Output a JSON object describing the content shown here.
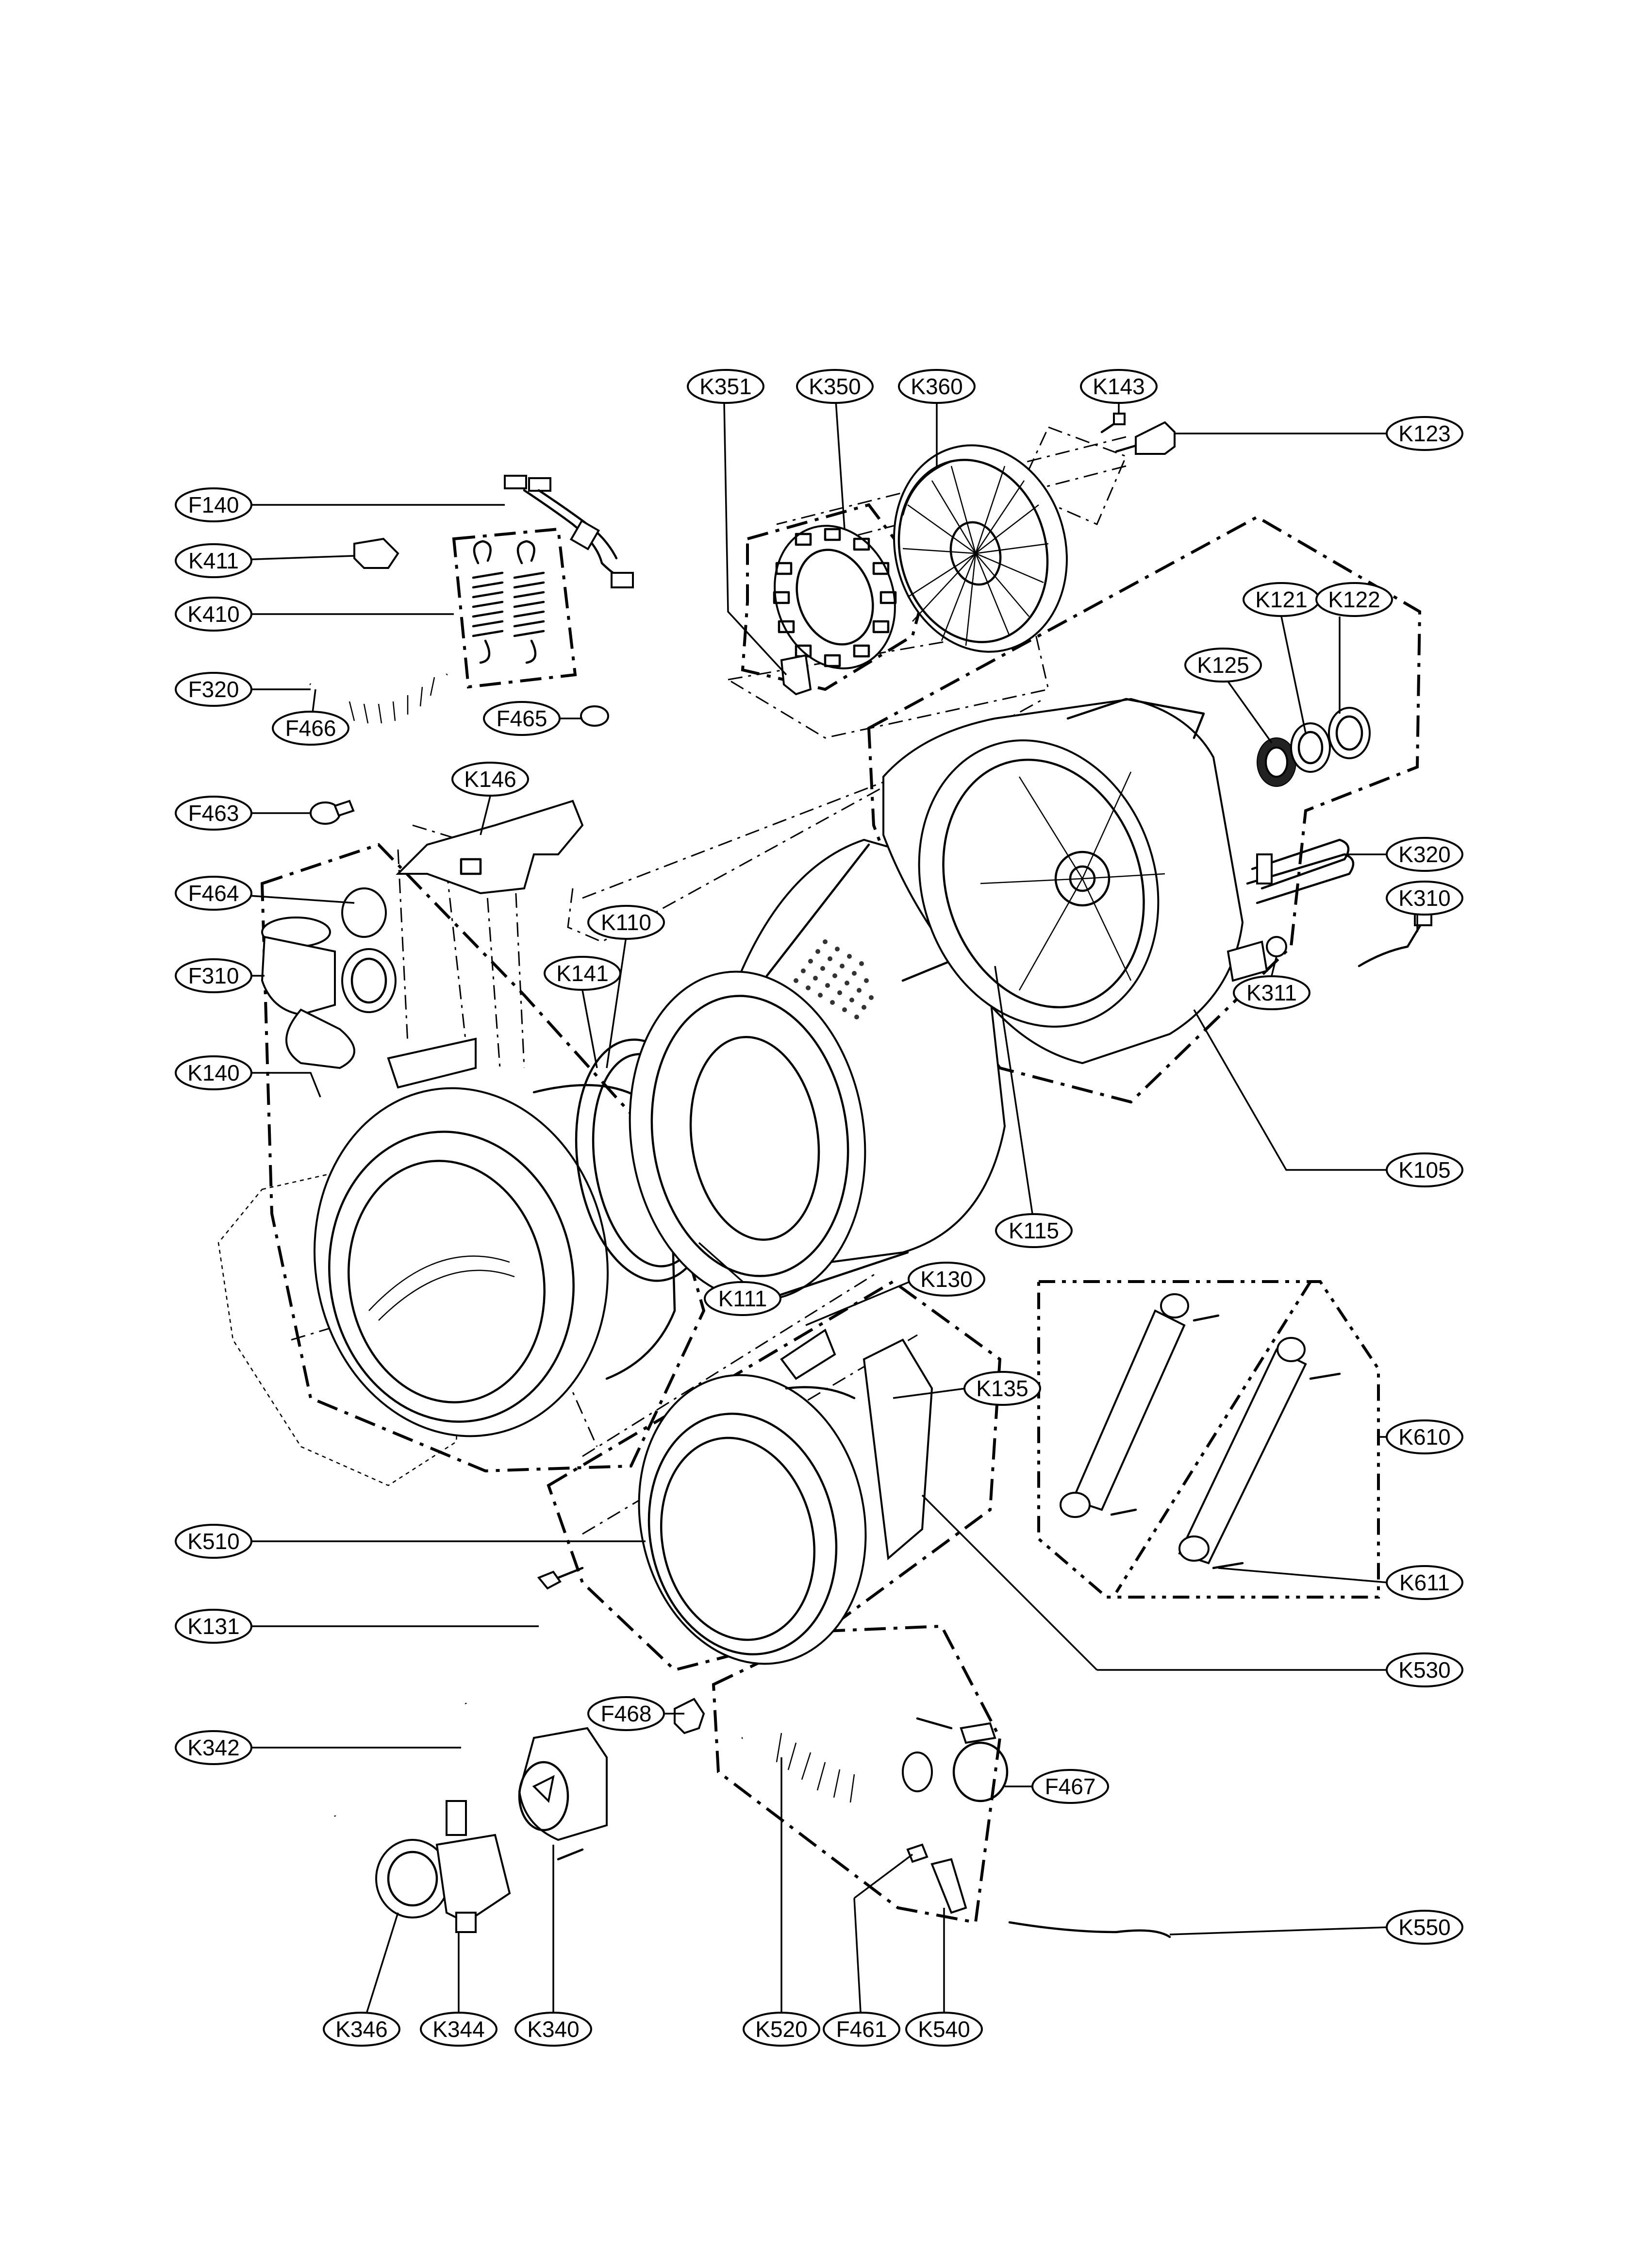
{
  "diagram": {
    "labels": {
      "K351": "K351",
      "K350": "K350",
      "K360": "K360",
      "K143": "K143",
      "K123": "K123",
      "F140": "F140",
      "K411": "K411",
      "K410": "K410",
      "F320": "F320",
      "F466": "F466",
      "F465": "F465",
      "K121": "K121",
      "K122": "K122",
      "K125": "K125",
      "F463": "F463",
      "K146": "K146",
      "F464": "F464",
      "F310": "F310",
      "K110": "K110",
      "K141": "K141",
      "K140": "K140",
      "K320": "K320",
      "K310": "K310",
      "K311": "K311",
      "K105": "K105",
      "K115": "K115",
      "K111": "K111",
      "K130": "K130",
      "K135": "K135",
      "K610": "K610",
      "K611": "K611",
      "K510": "K510",
      "K131": "K131",
      "K530": "K530",
      "F468": "F468",
      "K342": "K342",
      "F467": "F467",
      "K550": "K550",
      "K346": "K346",
      "K344": "K344",
      "K340": "K340",
      "K520": "K520",
      "F461": "F461",
      "K540": "K540"
    }
  }
}
